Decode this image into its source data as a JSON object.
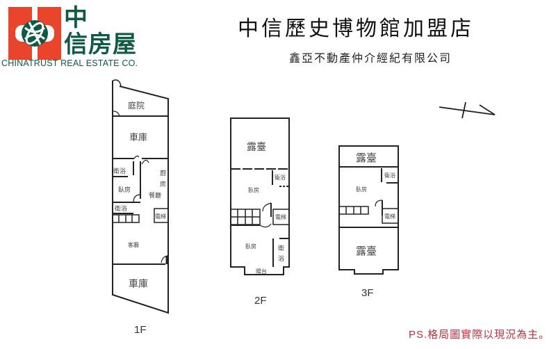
{
  "logo": {
    "brand_cn_line1": "中",
    "brand_cn_line2": "信房屋",
    "brand_en": "CHINATRUST REAL ESTATE CO.",
    "colors": {
      "red": "#e8452c",
      "green": "#0f5a43"
    }
  },
  "header": {
    "title": "中信歷史博物館加盟店",
    "subtitle": "鑫亞不動產仲介經紀有限公司"
  },
  "floors": [
    {
      "label": "1F",
      "rooms": {
        "courtyard": "庭院",
        "garage_top": "車庫",
        "bath_1": "衛浴",
        "kitchen_1": "廚",
        "kitchen_2": "房",
        "bedroom": "臥房",
        "dining": "餐廳",
        "bath_2": "衛浴",
        "elevator": "電梯",
        "living": "客廳",
        "garage_bottom": "車庫"
      }
    },
    {
      "label": "2F",
      "rooms": {
        "terrace": "露臺",
        "bath_top": "衛浴",
        "bedroom_top": "臥房",
        "elevator": "電梯",
        "bedroom_bottom": "臥房",
        "bath_bottom_1": "衛",
        "bath_bottom_2": "浴",
        "balcony": "陽台"
      }
    },
    {
      "label": "3F",
      "rooms": {
        "terrace_top": "露臺",
        "bath": "衛浴",
        "bedroom": "臥房",
        "elevator": "電梯",
        "terrace_bottom": "露臺"
      }
    }
  ],
  "compass": {
    "icon": "north-arrow-icon"
  },
  "footer": {
    "note": "PS.格局圖實際以現況為主。",
    "note_color": "#c0303a"
  }
}
